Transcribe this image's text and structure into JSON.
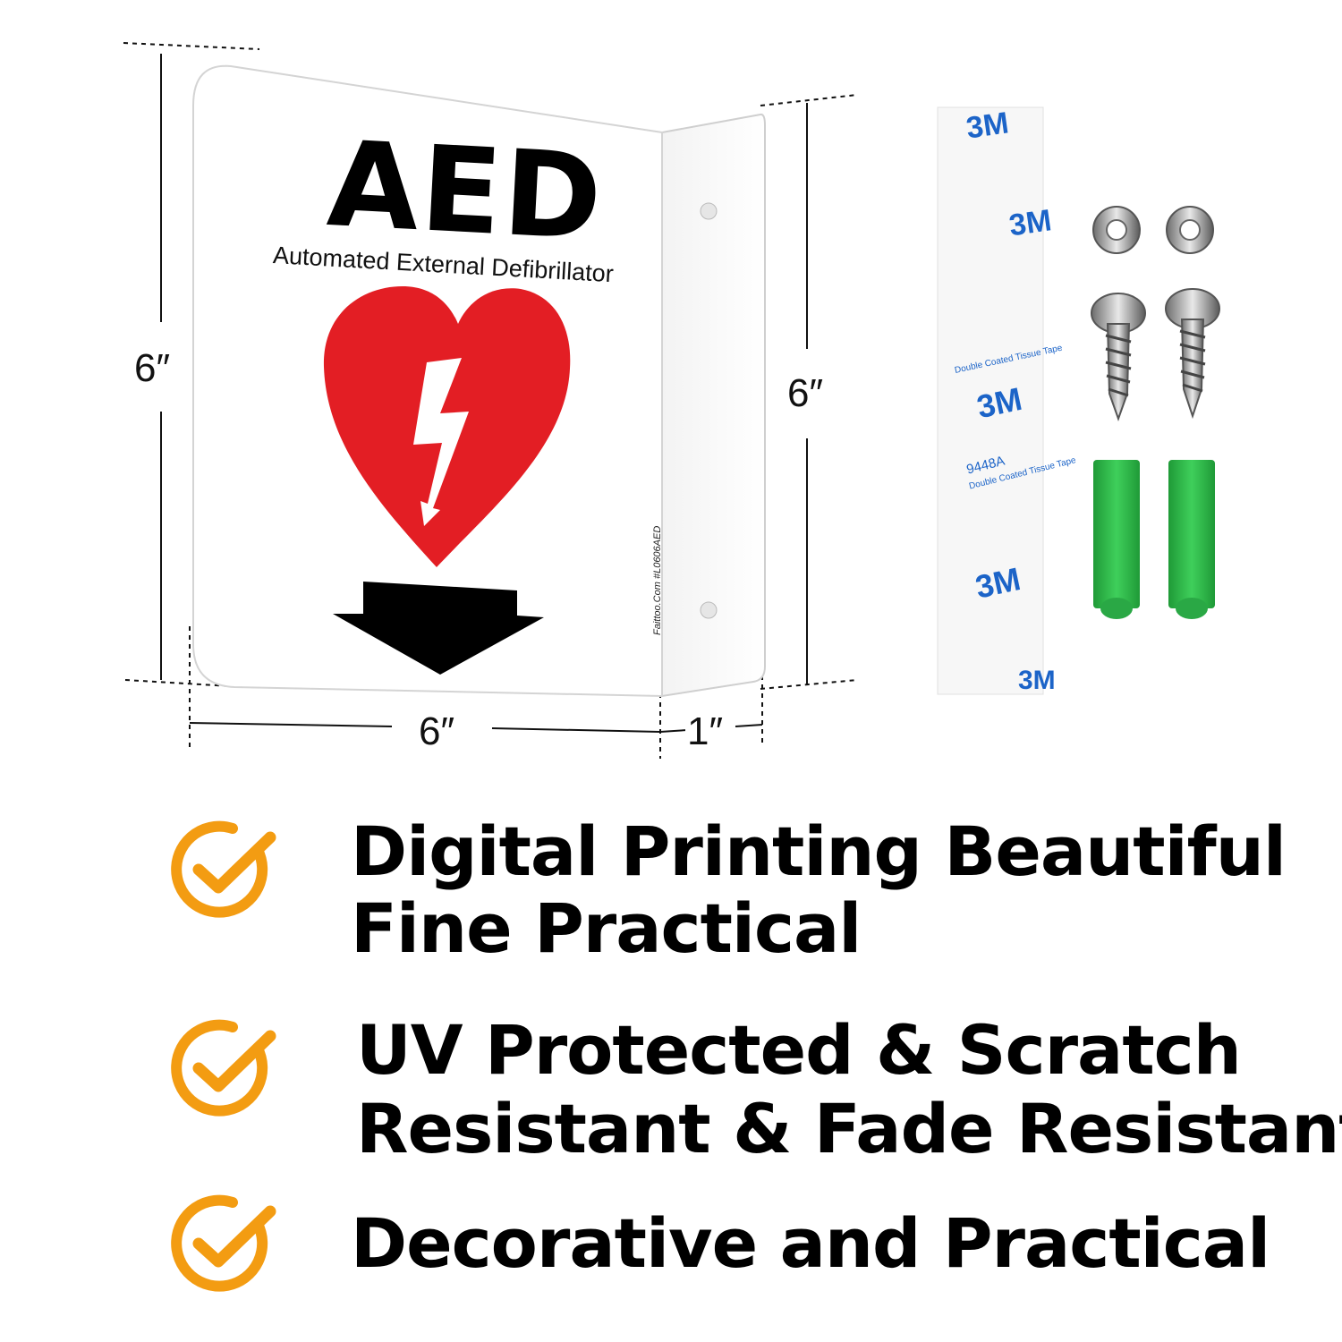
{
  "sign": {
    "title": "AED",
    "subtitle": "Automated External Defibrillator",
    "side_text": "Faittoo.Com  #L0606AED",
    "heart_color": "#e31e24"
  },
  "dimensions": {
    "height_left": "6″",
    "height_right": "6″",
    "width_front": "6″",
    "width_side": "1″"
  },
  "tape": {
    "brand": "3M",
    "model": "9448A",
    "caption": "Double Coated Tissue Tape"
  },
  "hardware": {
    "washer_count": 2,
    "screw_count": 2,
    "anchor_count": 2,
    "anchor_color": "#2db34a"
  },
  "features": [
    {
      "line1": "Digital Printing Beautiful",
      "line2": "Fine Practical"
    },
    {
      "line1": "UV Protected & Scratch",
      "line2": "Resistant & Fade Resistant"
    },
    {
      "line1": "Decorative and Practical",
      "line2": ""
    }
  ],
  "accent_color": "#f39c12"
}
